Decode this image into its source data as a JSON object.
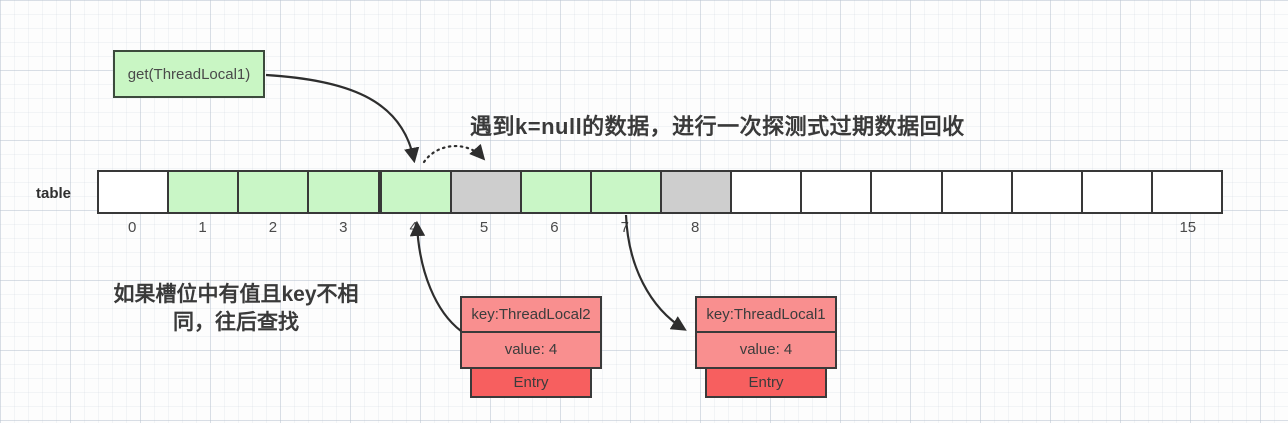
{
  "get_box": {
    "label": "get(ThreadLocal1)"
  },
  "annotations": {
    "top": "遇到k=null的数据，进行一次探测式过期数据回收",
    "left_line1": "如果槽位中有值且key不相",
    "left_line2": "同，往后查找"
  },
  "table": {
    "label": "table",
    "cells": [
      {
        "index": "0",
        "state": "empty"
      },
      {
        "index": "1",
        "state": "occupied"
      },
      {
        "index": "2",
        "state": "occupied"
      },
      {
        "index": "3",
        "state": "occupied"
      },
      {
        "index": "4",
        "state": "occupied"
      },
      {
        "index": "5",
        "state": "stale"
      },
      {
        "index": "6",
        "state": "occupied"
      },
      {
        "index": "7",
        "state": "occupied"
      },
      {
        "index": "8",
        "state": "stale"
      },
      {
        "index": "",
        "state": "empty"
      },
      {
        "index": "",
        "state": "empty"
      },
      {
        "index": "",
        "state": "empty"
      },
      {
        "index": "",
        "state": "empty"
      },
      {
        "index": "",
        "state": "empty"
      },
      {
        "index": "",
        "state": "empty"
      },
      {
        "index": "15",
        "state": "empty"
      }
    ]
  },
  "entries": [
    {
      "key": "key:ThreadLocal2",
      "value": "value: 4",
      "footer": "Entry"
    },
    {
      "key": "key:ThreadLocal1",
      "value": "value: 4",
      "footer": "Entry"
    }
  ],
  "colors": {
    "slot_occupied": "#c9f6c6",
    "slot_stale": "#cecece",
    "slot_empty": "#ffffff",
    "get_box_fill": "#c9f6c4",
    "entry_field_fill": "#f98f8f",
    "entry_footer_fill": "#f75f5f",
    "stroke": "#333333"
  }
}
